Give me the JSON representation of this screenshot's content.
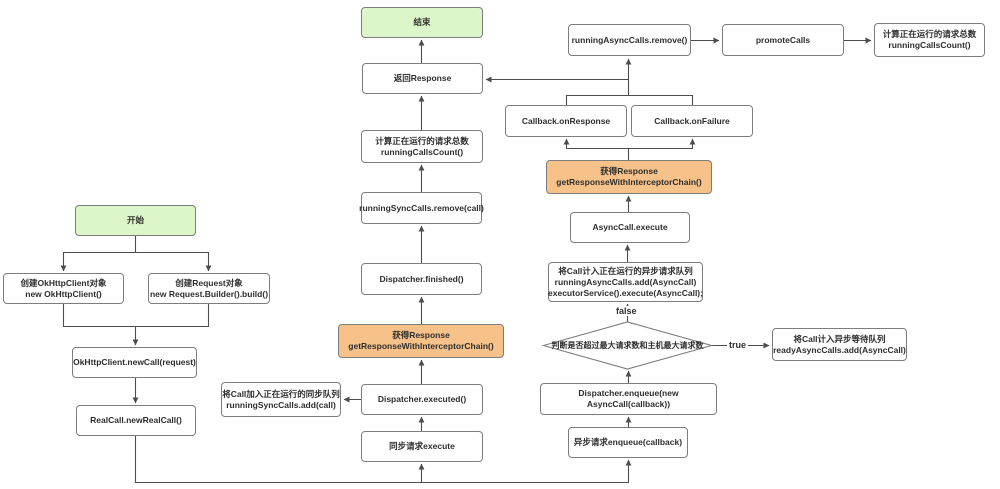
{
  "diagram": {
    "nodes": {
      "start": {
        "label": "开始"
      },
      "end": {
        "label": "结束"
      },
      "create_client": {
        "line1": "创建OkHttpClient对象",
        "line2": "new OkHttpClient()"
      },
      "create_request": {
        "line1": "创建Request对象",
        "line2": "new Request.Builder().build()"
      },
      "new_call": {
        "label": "OkHttpClient.newCall(request)"
      },
      "new_real_call": {
        "label": "RealCall.newRealCall()"
      },
      "return_response": {
        "label": "返回Response"
      },
      "calls_count_mid": {
        "line1": "计算正在运行的请求总数",
        "line2": "runningCallsCount()"
      },
      "sync_remove": {
        "label": "runningSyncCalls.remove(call)"
      },
      "dispatcher_finished": {
        "label": "Dispatcher.finished()"
      },
      "get_response_sync": {
        "line1": "获得Response",
        "line2": "getResponseWithInterceptorChain()"
      },
      "dispatcher_executed": {
        "label": "Dispatcher.executed()"
      },
      "sync_execute": {
        "label": "同步请求execute"
      },
      "add_sync_queue": {
        "line1": "将Call加入正在运行的同步队列",
        "line2": "runningSyncCalls.add(call)"
      },
      "async_remove": {
        "label": "runningAsyncCalls.remove()"
      },
      "promote_calls": {
        "label": "promoteCalls"
      },
      "calls_count_right": {
        "line1": "计算正在运行的请求总数",
        "line2": "runningCallsCount()"
      },
      "callback_on_response": {
        "label": "Callback.onResponse"
      },
      "callback_on_failure": {
        "label": "Callback.onFailure"
      },
      "get_response_async": {
        "line1": "获得Response",
        "line2": "getResponseWithInterceptorChain()"
      },
      "async_call_execute": {
        "label": "AsyncCall.execute"
      },
      "add_running_async": {
        "line1": "将Call计入正在运行的异步请求队列",
        "line2": "runningAsyncCalls.add(AsyncCall)",
        "line3": "executorService().execute(AsyncCall);"
      },
      "decision_max_requests": {
        "label": "判断是否超过最大请求数和主机最大请求数"
      },
      "ready_queue": {
        "line1": "将Call计入异步等待队列",
        "line2": "readyAsyncCalls.add(AsyncCall)"
      },
      "dispatcher_enqueue": {
        "line1": "Dispatcher.enqueue(new",
        "line2": "AsyncCall(callback))"
      },
      "async_enqueue": {
        "label": "异步请求enqueue(callback)"
      }
    },
    "edge_labels": {
      "false_label": "false",
      "true_label": "true"
    },
    "colors": {
      "start_end_fill": "#ddf6c9",
      "highlight_fill": "#f6c289",
      "box_border": "#7d7d7d",
      "line": "#4d4d4d",
      "text": "#2e2e2e",
      "background": "#ffffff"
    }
  }
}
